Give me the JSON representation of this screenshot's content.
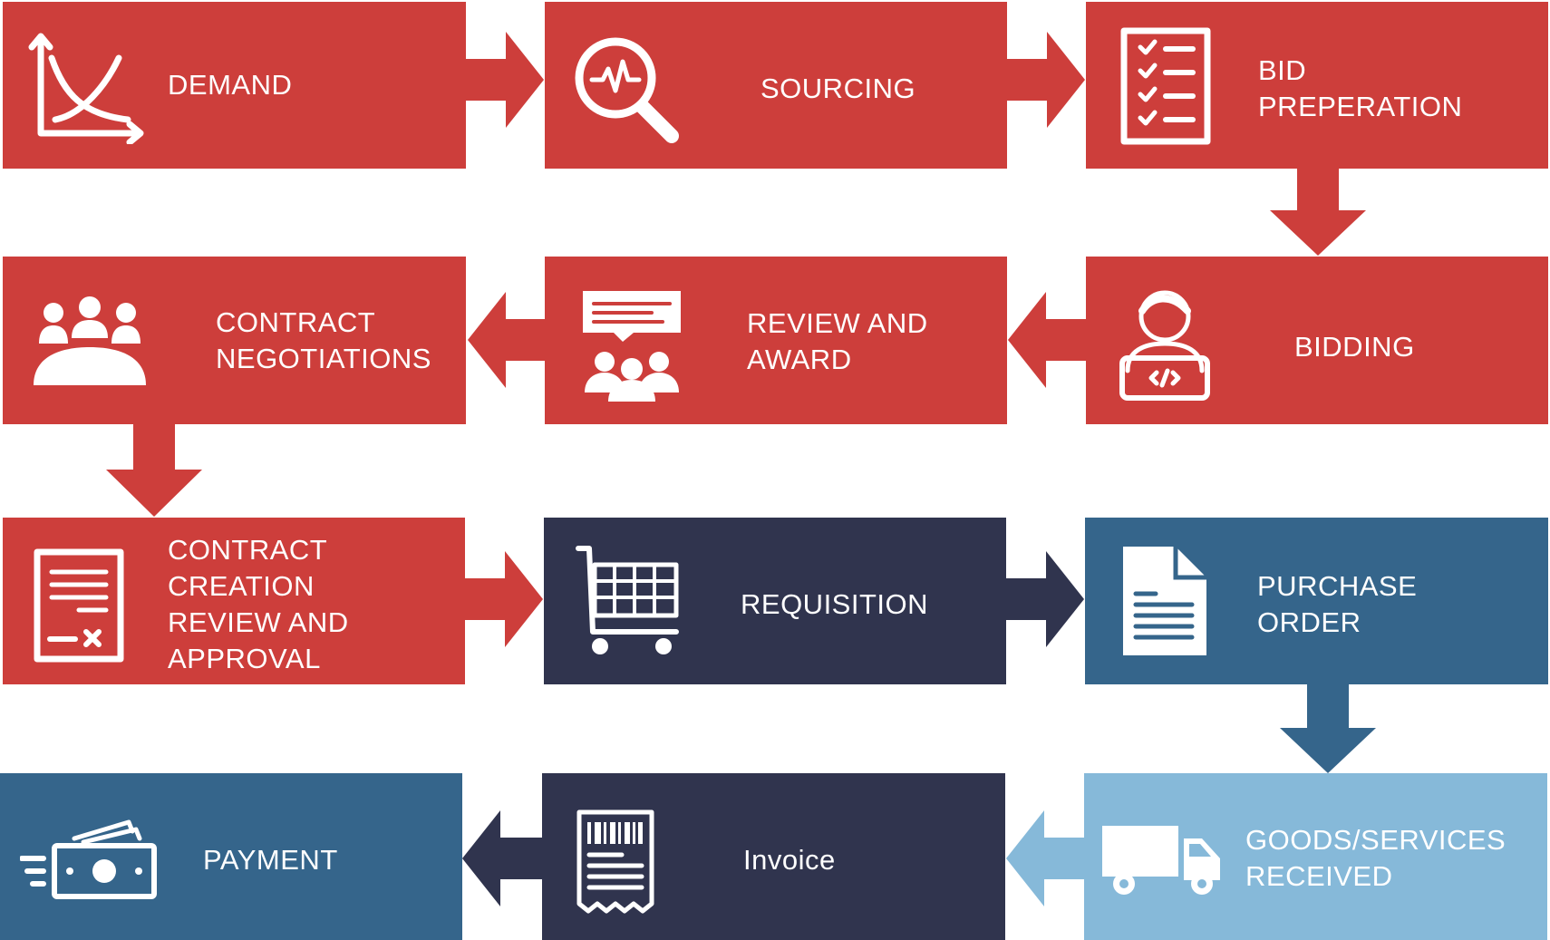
{
  "colors": {
    "red": "#cd3e3b",
    "navy": "#30344e",
    "blue": "#35658b",
    "light_blue": "#86b9d9"
  },
  "steps": {
    "demand": {
      "label": "DEMAND",
      "icon": "demand-curve-icon"
    },
    "sourcing": {
      "label": "SOURCING",
      "icon": "magnifier-pulse-icon"
    },
    "bid_prep": {
      "label": "BID\nPREPERATION",
      "icon": "checklist-icon"
    },
    "bidding": {
      "label": "BIDDING",
      "icon": "developer-laptop-icon"
    },
    "review": {
      "label": "REVIEW AND\nAWARD",
      "icon": "chat-group-icon"
    },
    "negotiation": {
      "label": "CONTRACT\nNEGOTIATIONS",
      "icon": "meeting-table-icon"
    },
    "creation": {
      "label": "CONTRACT\nCREATION\nREVIEW AND\nAPPROVAL",
      "icon": "signed-document-icon"
    },
    "requisition": {
      "label": "REQUISITION",
      "icon": "shopping-cart-icon"
    },
    "po": {
      "label": "PURCHASE\nORDER",
      "icon": "document-icon"
    },
    "goods": {
      "label": "GOODS/SERVICES\nRECEIVED",
      "icon": "delivery-truck-icon"
    },
    "invoice": {
      "label": "Invoice",
      "icon": "receipt-icon"
    },
    "payment": {
      "label": "PAYMENT",
      "icon": "cash-icon"
    }
  }
}
